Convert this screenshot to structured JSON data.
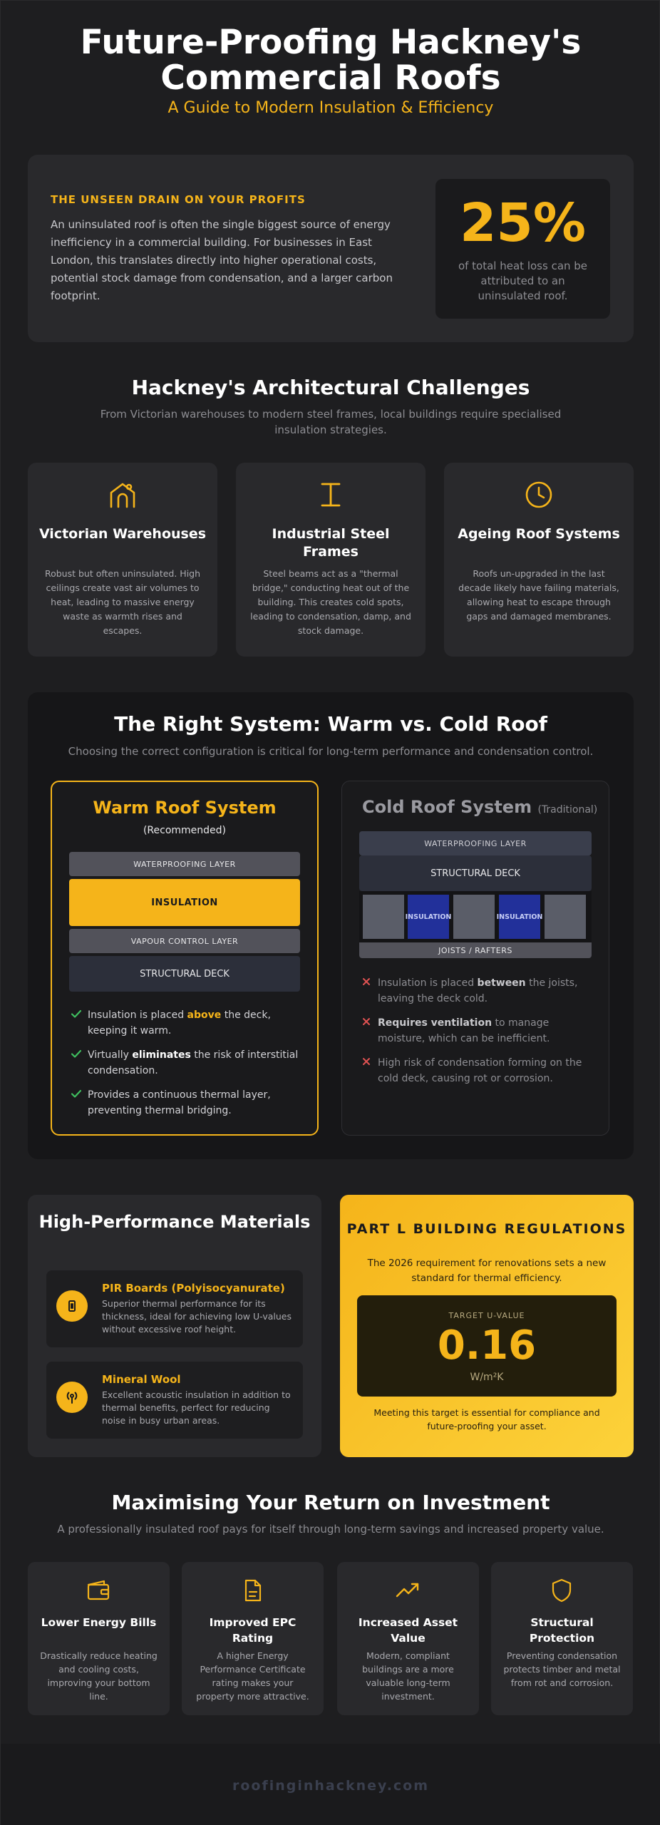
{
  "header": {
    "title": "Future-Proofing Hackney's Commercial Roofs",
    "subtitle": "A Guide to Modern Insulation & Efficiency"
  },
  "intro": {
    "kicker": "THE UNSEEN DRAIN ON YOUR PROFITS",
    "body": "An uninsulated roof is often the single biggest source of energy inefficiency in a commercial building. For businesses in East London, this translates directly into higher operational costs, potential stock damage from condensation, and a larger carbon footprint.",
    "stat_value": "25%",
    "stat_caption": "of total heat loss can be attributed to an uninsulated roof."
  },
  "challenges": {
    "heading": "Hackney's Architectural Challenges",
    "description": "From Victorian warehouses to modern steel frames, local buildings require specialised insulation strategies.",
    "cards": [
      {
        "icon": "house-icon",
        "title": "Victorian Warehouses",
        "body": "Robust but often uninsulated. High ceilings create vast air volumes to heat, leading to massive energy waste as warmth rises and escapes."
      },
      {
        "icon": "i-beam-icon",
        "title": "Industrial Steel Frames",
        "body": "Steel beams act as a \"thermal bridge,\" conducting heat out of the building. This creates cold spots, leading to condensation, damp, and stock damage."
      },
      {
        "icon": "clock-icon",
        "title": "Ageing Roof Systems",
        "body": "Roofs un-upgraded in the last decade likely have failing materials, allowing heat to escape through gaps and damaged membranes."
      }
    ]
  },
  "systems": {
    "heading": "The Right System: Warm vs. Cold Roof",
    "description": "Choosing the correct configuration is critical for long-term performance and condensation control.",
    "warm": {
      "title": "Warm Roof System",
      "tag": "(Recommended)",
      "layers": [
        "WATERPROOFING LAYER",
        "INSULATION",
        "VAPOUR CONTROL LAYER",
        "STRUCTURAL DECK"
      ],
      "bullets": [
        {
          "pre": "Insulation is placed ",
          "hl": "above",
          "post": " the deck, keeping it warm."
        },
        {
          "pre": "Virtually ",
          "hl": "eliminates",
          "post": " the risk of interstitial condensation."
        },
        {
          "pre": "Provides a continuous thermal layer, preventing thermal bridging.",
          "hl": "",
          "post": ""
        }
      ]
    },
    "cold": {
      "title": "Cold Roof System",
      "tag": "(Traditional)",
      "layers": [
        "WATERPROOFING LAYER",
        "STRUCTURAL DECK",
        "INSULATION",
        "INSULATION",
        "JOISTS / RAFTERS"
      ],
      "bullets": [
        {
          "pre": "Insulation is placed ",
          "hl": "between",
          "post": " the joists, leaving the deck cold."
        },
        {
          "pre": "",
          "hl": "Requires ventilation",
          "post": " to manage moisture, which can be inefficient."
        },
        {
          "pre": "High risk of condensation forming on the cold deck, causing rot or corrosion.",
          "hl": "",
          "post": ""
        }
      ]
    }
  },
  "materials": {
    "heading": "High-Performance Materials",
    "items": [
      {
        "icon": "battery-icon",
        "title": "PIR Boards (Polyisocyanurate)",
        "body": "Superior thermal performance for its thickness, ideal for achieving low U-values without excessive roof height."
      },
      {
        "icon": "sound-wave-icon",
        "title": "Mineral Wool",
        "body": "Excellent acoustic insulation in addition to thermal benefits, perfect for reducing noise in busy urban areas."
      }
    ]
  },
  "part_l": {
    "heading": "PART L BUILDING REGULATIONS",
    "body": "The 2026 requirement for renovations sets a new standard for thermal efficiency.",
    "target_label": "TARGET U-VALUE",
    "target_value": "0.16",
    "target_unit": "W/m²K",
    "footnote": "Meeting this target is essential for compliance and future-proofing your asset."
  },
  "roi": {
    "heading": "Maximising Your Return on Investment",
    "description": "A professionally insulated roof pays for itself through long-term savings and increased property value.",
    "cards": [
      {
        "icon": "wallet-icon",
        "title": "Lower Energy Bills",
        "body": "Drastically reduce heating and cooling costs, improving your bottom line."
      },
      {
        "icon": "document-icon",
        "title": "Improved EPC Rating",
        "body": "A higher Energy Performance Certificate rating makes your property more attractive."
      },
      {
        "icon": "trend-up-icon",
        "title": "Increased Asset Value",
        "body": "Modern, compliant buildings are a more valuable long-term investment."
      },
      {
        "icon": "shield-icon",
        "title": "Structural Protection",
        "body": "Preventing condensation protects timber and metal from rot and corrosion."
      }
    ]
  },
  "footer": {
    "site": "roofinginhackney.com"
  },
  "colors": {
    "accent": "#f5b41a",
    "background": "#1e1e20",
    "card": "#29292c",
    "check": "#3fbf5f",
    "cross": "#e05252",
    "cold_insulation": "#22309a"
  }
}
